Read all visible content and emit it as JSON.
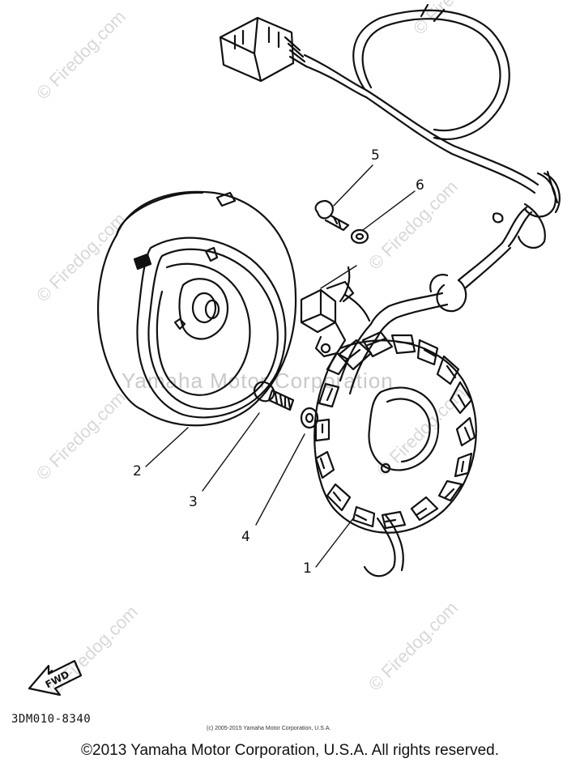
{
  "watermark": {
    "brand": "© Firedog.com",
    "center_text": "Yamaha Motor Corporation"
  },
  "callouts": [
    "1",
    "2",
    "3",
    "4",
    "5",
    "6"
  ],
  "fwd_arrow": {
    "label": "FWD"
  },
  "diagram_code": "3DM010-8340",
  "small_copyright": "(c) 2005-2015 Yamaha Motor Corporation, U.S.A.",
  "footer_copyright": "©2013 Yamaha Motor Corporation, U.S.A. All rights reserved."
}
